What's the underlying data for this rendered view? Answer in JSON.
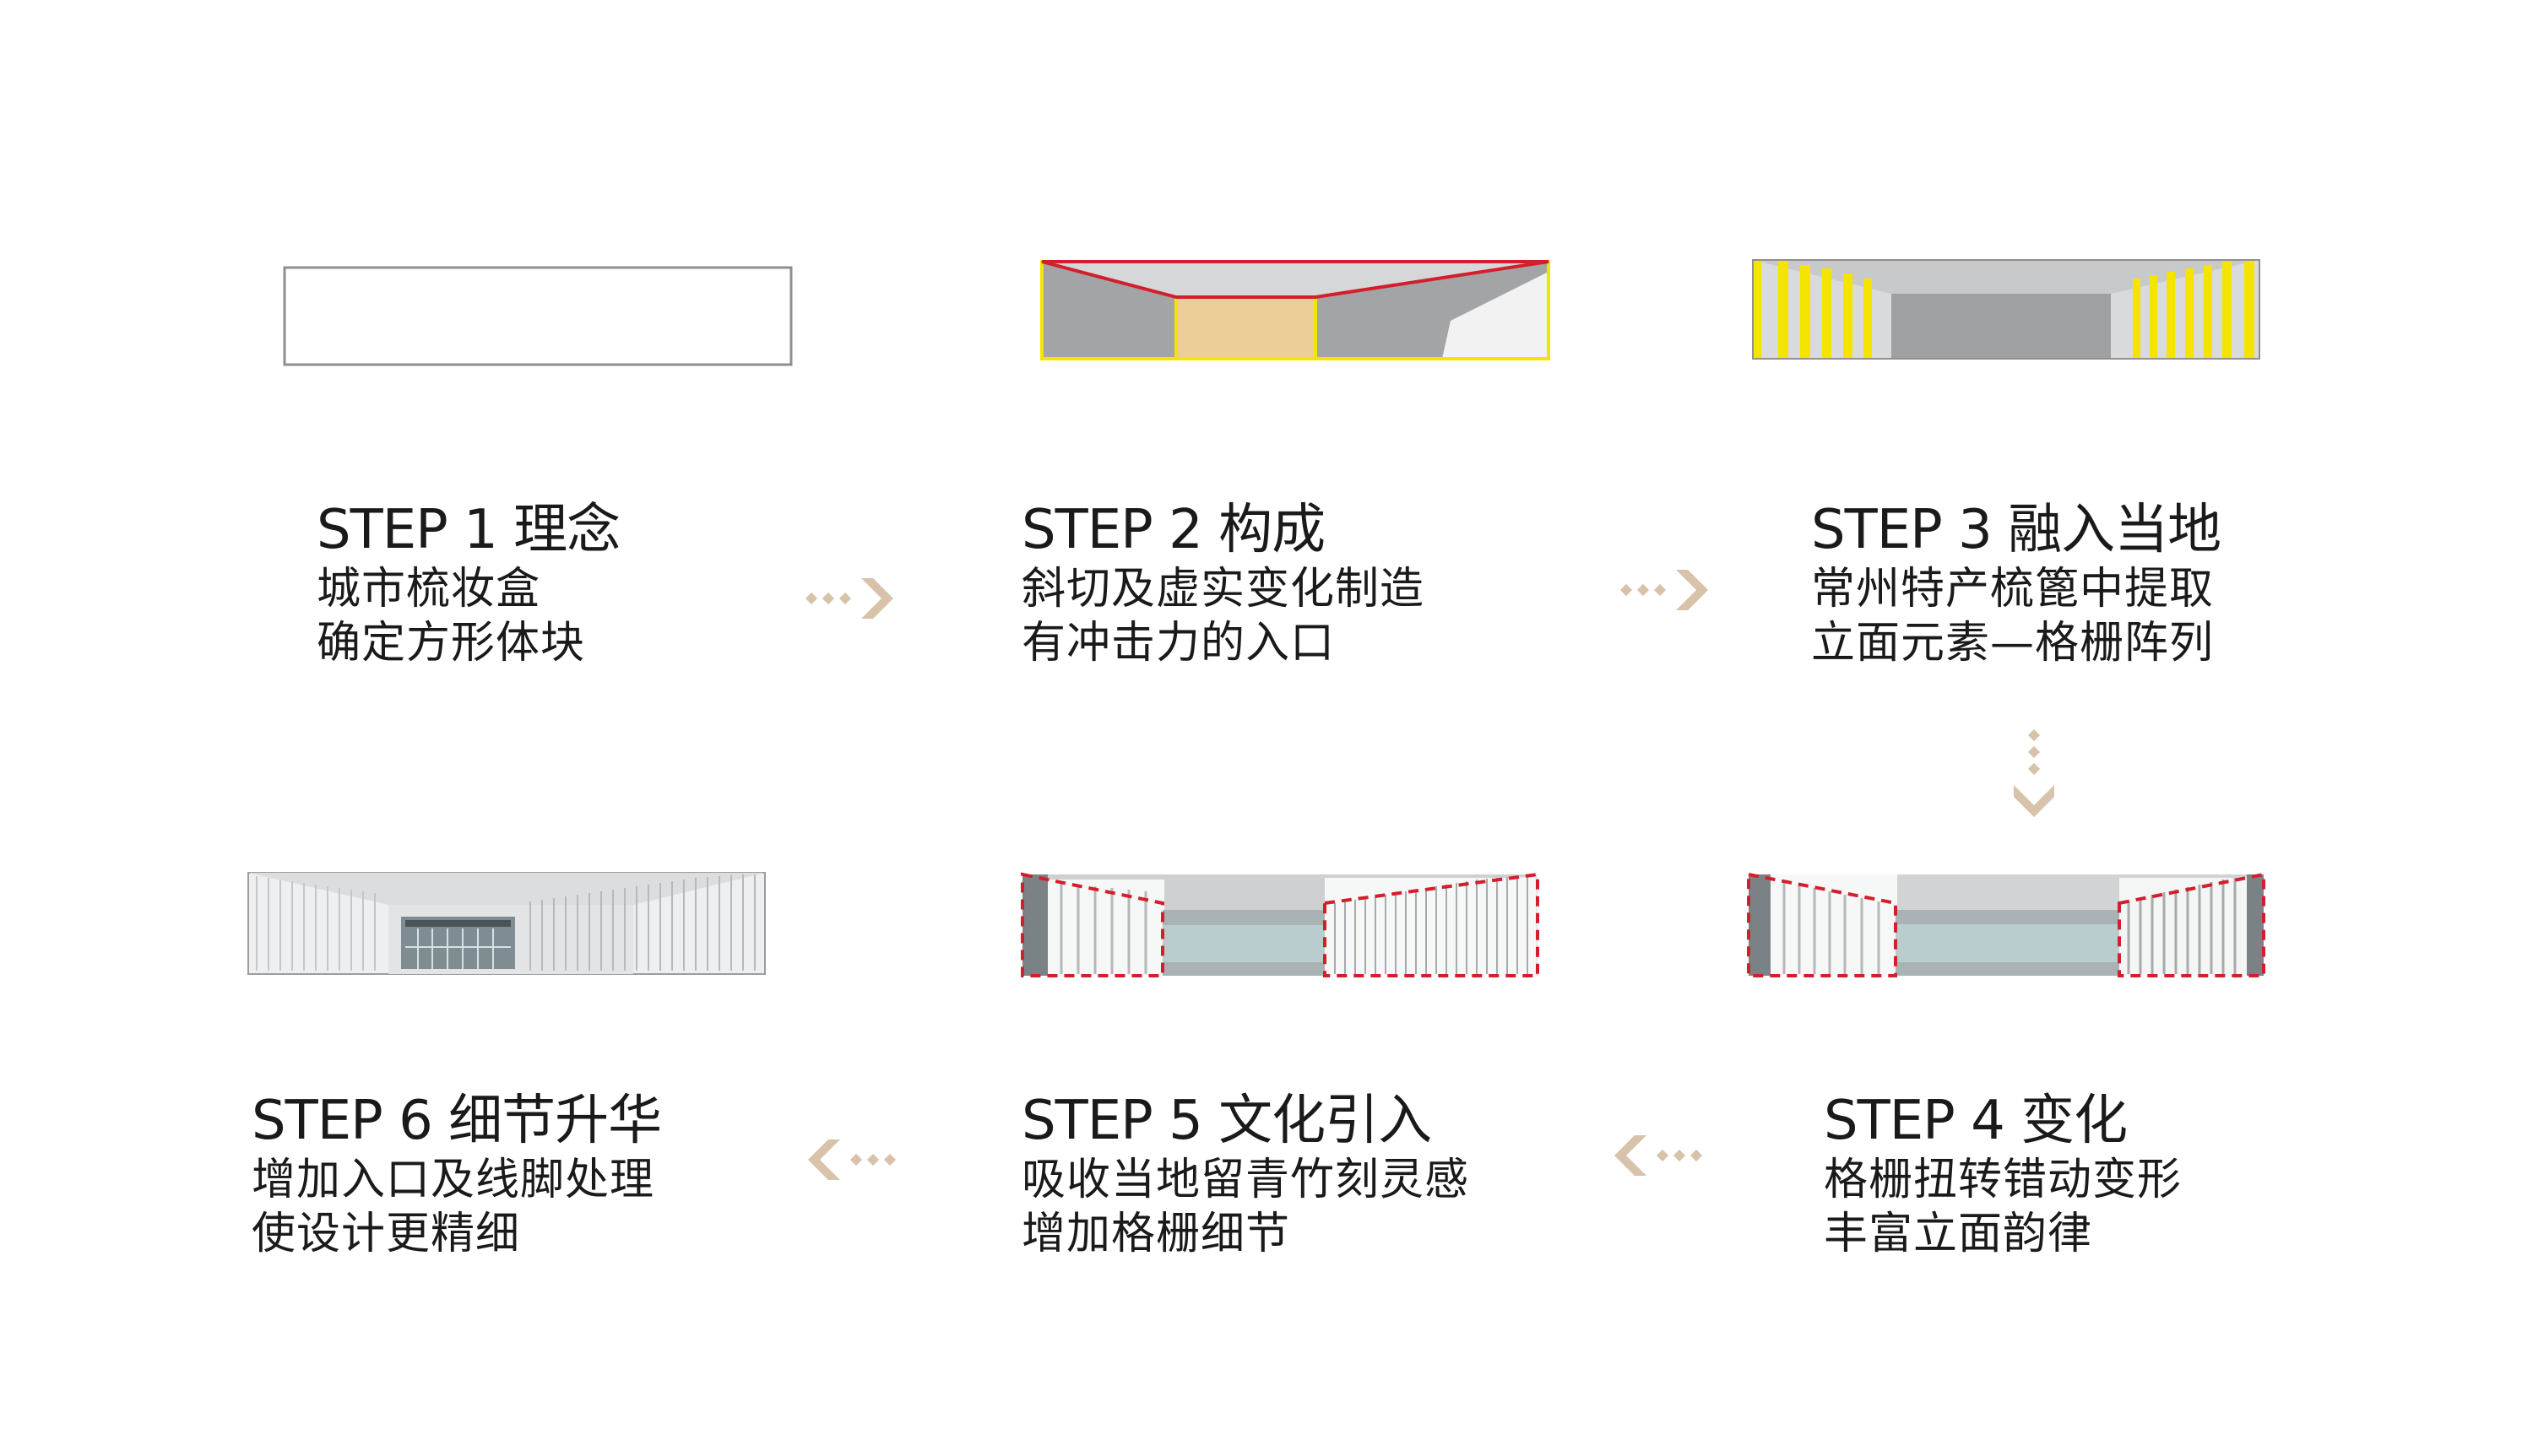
{
  "steps": [
    {
      "title": "STEP 1 理念",
      "line1": "城市梳妆盒",
      "line2": "确定方形体块"
    },
    {
      "title": "STEP 2 构成",
      "line1": "斜切及虚实变化制造",
      "line2": "有冲击力的入口"
    },
    {
      "title": "STEP 3 融入当地",
      "line1": "常州特产梳篦中提取",
      "line2": "立面元素—格栅阵列"
    },
    {
      "title": "STEP 4 变化",
      "line1": "格栅扭转错动变形",
      "line2": "丰富立面韵律"
    },
    {
      "title": "STEP 5 文化引入",
      "line1": "吸收当地留青竹刻灵感",
      "line2": "增加格栅细节"
    },
    {
      "title": "STEP 6 细节升华",
      "line1": "增加入口及线脚处理",
      "line2": "使设计更精细"
    }
  ],
  "arrows": [
    {
      "from": "step-1",
      "to": "step-2",
      "direction": "right"
    },
    {
      "from": "step-2",
      "to": "step-3",
      "direction": "right"
    },
    {
      "from": "step-3",
      "to": "step-4",
      "direction": "down"
    },
    {
      "from": "step-4",
      "to": "step-5",
      "direction": "left"
    },
    {
      "from": "step-5",
      "to": "step-6",
      "direction": "left"
    }
  ],
  "colors": {
    "arrow": "#d8c2aa",
    "arrow_glow": "#c9d6e6",
    "highlight_red": "#d21f2b",
    "highlight_yellow": "#f4e400",
    "entrance_fill": "#edcf97",
    "wall_grey": "#9ea0a2",
    "light_grey": "#d7d8d9",
    "glass_teal": "#b9cdcf"
  }
}
